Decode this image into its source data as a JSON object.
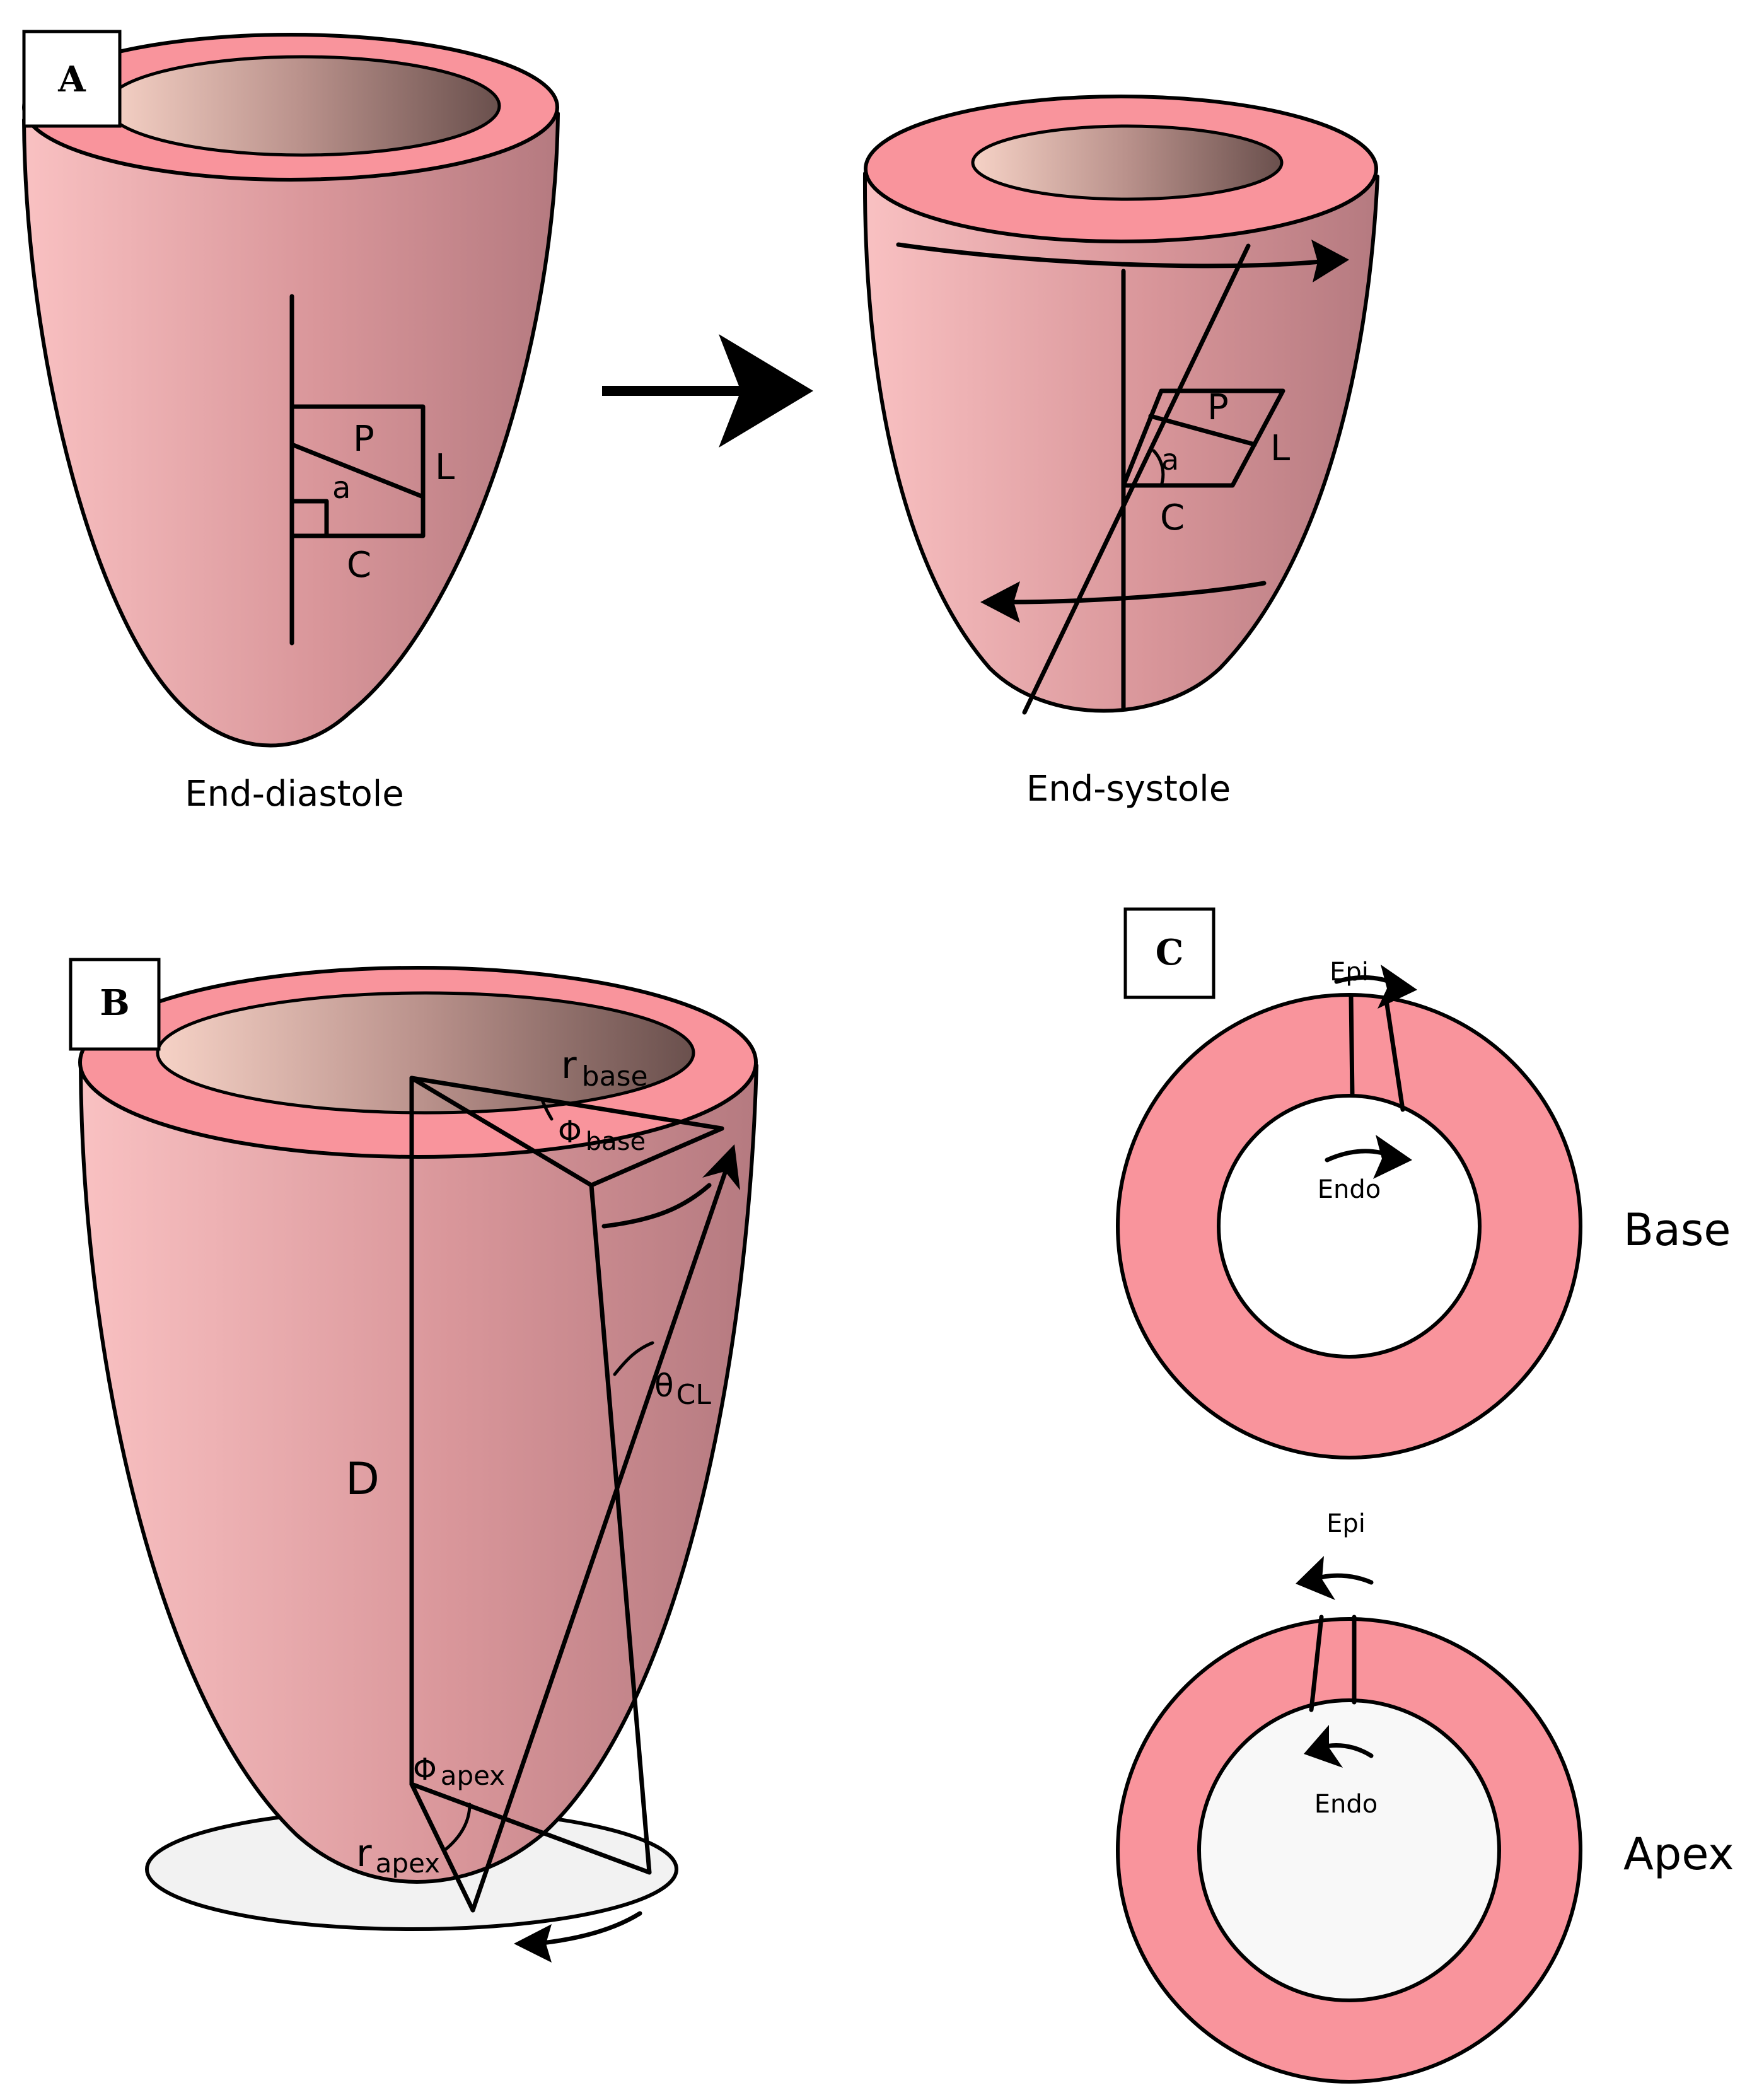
{
  "panel_a": {
    "badge": "A",
    "diastole_caption": "End-diastole",
    "systole_caption": "End-systole",
    "diastole_labels": {
      "p": "P",
      "l": "L",
      "a": "a",
      "c": "C"
    },
    "systole_labels": {
      "p": "P",
      "l": "L",
      "a": "a",
      "c": "C"
    }
  },
  "panel_b": {
    "badge": "B",
    "r_base": "r",
    "r_base_sub": "base",
    "phi_base": "Φ",
    "phi_base_sub": "base",
    "theta_cl": "θ",
    "theta_cl_sub": "CL",
    "d_label": "D",
    "phi_apex": "Φ",
    "phi_apex_sub": "apex",
    "r_apex": "r",
    "r_apex_sub": "apex"
  },
  "panel_c": {
    "badge": "C",
    "base": {
      "epi": "Epi",
      "endo": "Endo",
      "label": "Base"
    },
    "apex": {
      "epi": "Epi",
      "endo": "Endo",
      "label": "Apex"
    }
  },
  "colors": {
    "myocardium": "#f9949c",
    "wall_light": "#f8babb",
    "wall_dark": "#b87e84",
    "cavity_light": "#f3ccc2",
    "cavity_dark": "#6e5350"
  }
}
